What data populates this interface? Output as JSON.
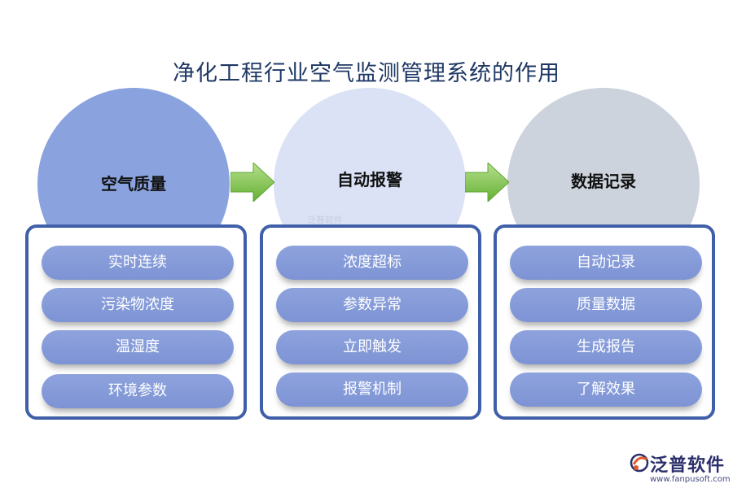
{
  "title": "净化工程行业空气监测管理系统的作用",
  "columns": [
    {
      "heading": "空气质量",
      "circle_color": "#8aa2de",
      "items": [
        "实时连续",
        "污染物浓度",
        "温湿度",
        "环境参数"
      ]
    },
    {
      "heading": "自动报警",
      "circle_color": "#dbe2f5",
      "items": [
        "浓度超标",
        "参数异常",
        "立即触发",
        "报警机制"
      ]
    },
    {
      "heading": "数据记录",
      "circle_color": "#ccd3dd",
      "items": [
        "自动记录",
        "质量数据",
        "生成报告",
        "了解效果"
      ]
    }
  ],
  "colors": {
    "panel_border": "#3f5fa8",
    "pill": "#8ea3dd",
    "arrow": "#7cc44a"
  },
  "watermark": "泛普软件",
  "logo": {
    "name": "泛普软件",
    "url": "www.fanpusoft.com"
  }
}
